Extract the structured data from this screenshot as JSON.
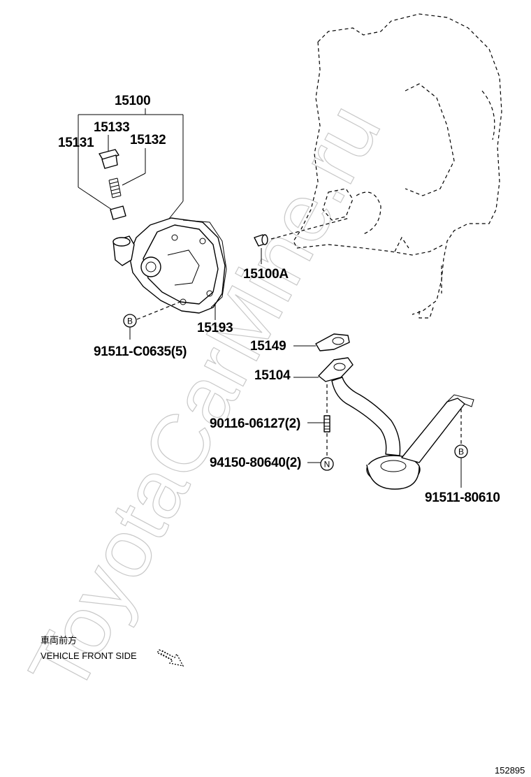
{
  "watermark": "ToyotaCarMine.ru",
  "parts": {
    "p15100": "15100",
    "p15133": "15133",
    "p15131": "15131",
    "p15132": "15132",
    "p15100A": "15100A",
    "p15193": "15193",
    "p91511_C0635": "91511-C0635(5)",
    "p15149": "15149",
    "p15104": "15104",
    "p90116": "90116-06127(2)",
    "p94150": "94150-80640(2)",
    "p91511_80610": "91511-80610"
  },
  "marks": {
    "b1": "B",
    "b2": "B",
    "n1": "N"
  },
  "direction": {
    "jp": "車両前方",
    "en": "VEHICLE FRONT SIDE"
  },
  "figure_id": "152895"
}
